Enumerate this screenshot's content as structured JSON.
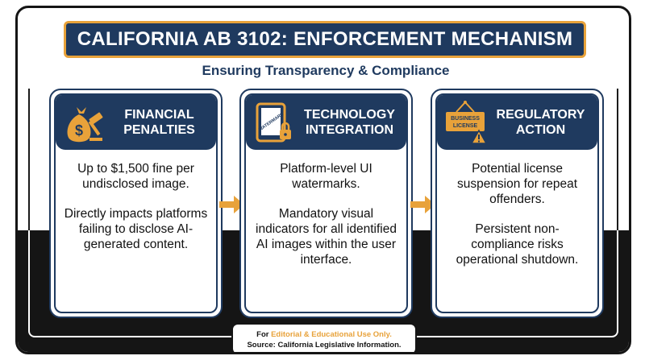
{
  "header": {
    "title": "CALIFORNIA AB 3102: ENFORCEMENT MECHANISM",
    "subtitle": "Ensuring Transparency & Compliance"
  },
  "cards": [
    {
      "title_line1": "FINANCIAL",
      "title_line2": "PENALTIES",
      "icon": "money-bag-gavel-icon",
      "paragraphs": [
        "Up to $1,500 fine per undisclosed image.",
        "Directly impacts platforms failing to disclose AI-generated content."
      ]
    },
    {
      "title_line1": "TECHNOLOGY",
      "title_line2": "INTEGRATION",
      "icon": "tablet-watermark-icon",
      "icon_text": "WATERMARK",
      "paragraphs": [
        "Platform-level UI watermarks.",
        "Mandatory visual indicators for all identified AI images within the user interface."
      ]
    },
    {
      "title_line1": "REGULATORY",
      "title_line2": "ACTION",
      "icon": "business-license-warning-icon",
      "icon_text_line1": "BUSINESS",
      "icon_text_line2": "LICENSE",
      "paragraphs": [
        "Potential license suspension for repeat offenders.",
        "Persistent non-compliance risks operational shutdown."
      ]
    }
  ],
  "footer": {
    "prefix": "For ",
    "accent": "Editorial & Educational Use Only.",
    "source": "Source: California Legislative Information."
  },
  "colors": {
    "navy": "#1f3a5f",
    "gold": "#e8a23a",
    "dark": "#151515"
  }
}
